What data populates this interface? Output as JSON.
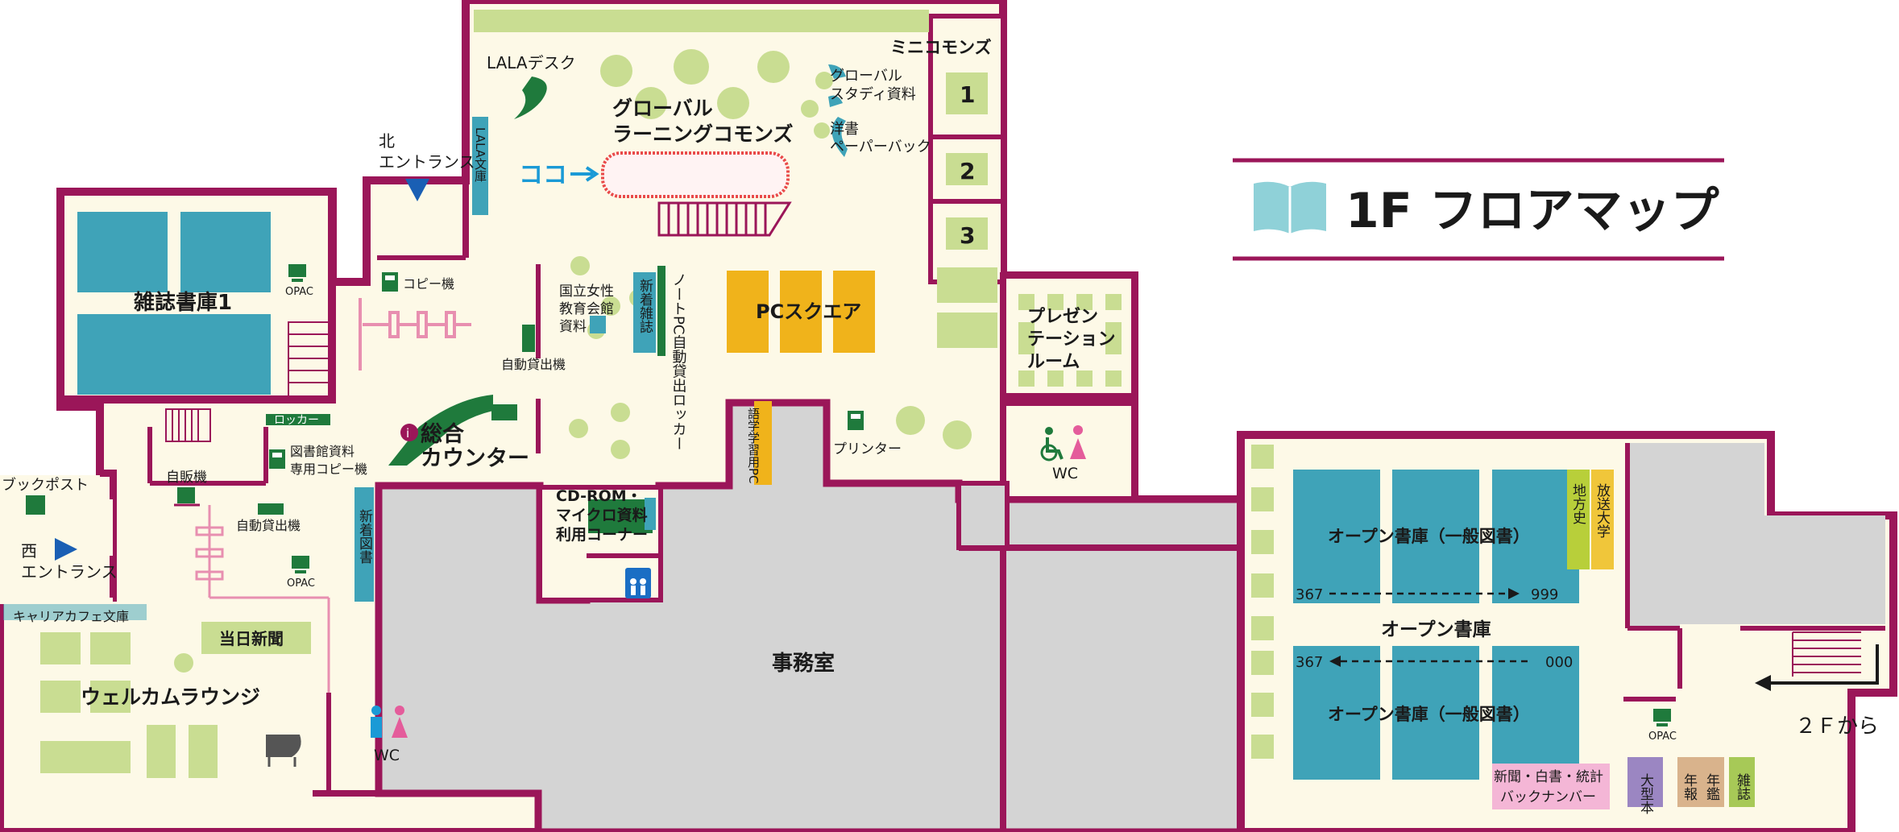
{
  "colors": {
    "wall": "#9b1659",
    "floor": "#fdf9e7",
    "office": "#d4d4d4",
    "shelf": "#3fa3b8",
    "table": "#c9dd92",
    "pc_square": "#f0b31b",
    "tree": "#c9dd92",
    "icon_green": "#1f7a3c",
    "here_red": "#e94a4a",
    "here_blue": "#1a9ad6",
    "arrow_blue": "#1a5fb4",
    "chiho": "#b8cf3a",
    "hoso": "#f0c63a",
    "magazine_green": "#a7c957",
    "large_purple": "#9b86c2",
    "yearbook_tan": "#d9b38c",
    "newspaper_pink": "#f4b6d6"
  },
  "title": {
    "text": "1F フロアマップ",
    "icon": "book-icon"
  },
  "labels": {
    "lala_desk": "LALAデスク",
    "lala_bunko": "LALA文庫",
    "global_commons_1": "グローバル",
    "global_commons_2": "ラーニングコモンズ",
    "here": "ココ",
    "global_study_1": "グローバル",
    "global_study_2": "スタディ資料",
    "western_1": "洋書",
    "western_2": "ペーパーバック",
    "mini_commons": "ミニコモンズ",
    "room_1": "1",
    "room_2": "2",
    "room_3": "3",
    "north_1": "北",
    "north_2": "エントランス",
    "copier": "コピー機",
    "opac": "OPAC",
    "magazine_stack": "雑誌書庫1",
    "nwec_1": "国立女性",
    "nwec_2": "教育会館",
    "nwec_3": "資料",
    "new_magazine": "新着雑誌",
    "notepc_locker": "ノートPC自動貸出ロッカー",
    "pc_square": "PCスクエア",
    "presentation_1": "プレゼン",
    "presentation_2": "テーション",
    "presentation_3": "ルーム",
    "auto_lending": "自動貸出機",
    "locker": "ロッカー",
    "counter_1": "総合",
    "counter_2": "カウンター",
    "lib_copy_1": "図書館資料",
    "lib_copy_2": "専用コピー機",
    "vending": "自販機",
    "auto_lending_2": "自動貸出機",
    "language_pc": "語学学習用PC",
    "printer": "プリンター",
    "wc": "WC",
    "book_post": "ブックポスト",
    "west_1": "西",
    "west_2": "エントランス",
    "cdrom_1": "CD-ROM・",
    "cdrom_2": "マイクロ資料",
    "cdrom_3": "利用コーナー",
    "new_books": "新着図書",
    "career_cafe": "キャリアカフェ文庫",
    "today_news": "当日新聞",
    "welcome": "ウェルカムラウンジ",
    "office": "事務室",
    "open_general_1": "オープン書庫（一般図書）",
    "open_stack": "オープン書庫",
    "open_general_2": "オープン書庫（一般図書）",
    "range_a_start": "367",
    "range_a_end": "999",
    "range_b_start": "367",
    "range_b_end": "000",
    "local_history": "地方史",
    "open_univ": "放送大学",
    "newspaper_1": "新聞・白書・統計",
    "newspaper_2": "バックナンバー",
    "large_books": "大型本",
    "yearbook_1": "年報",
    "yearbook_2": "年鑑",
    "magazines": "雑誌",
    "from_2f": "２Ｆから"
  }
}
